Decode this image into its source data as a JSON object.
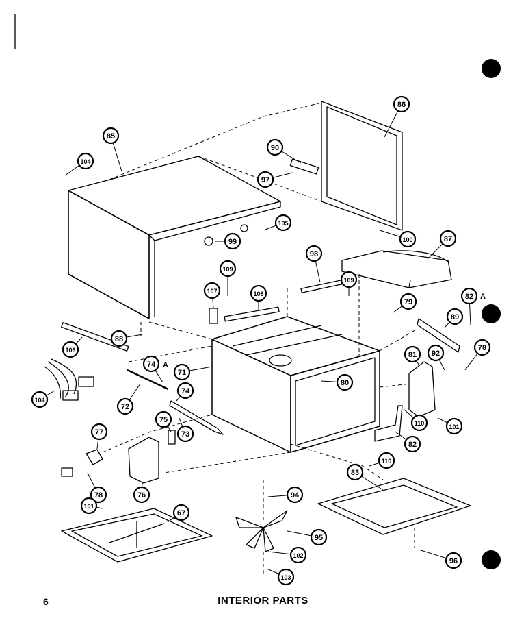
{
  "page": {
    "number": "6",
    "caption": "INTERIOR PARTS"
  },
  "callouts": [
    {
      "id": "c86a",
      "label": "86"
    },
    {
      "id": "c85",
      "label": "85"
    },
    {
      "id": "c104a",
      "label": "104"
    },
    {
      "id": "c90",
      "label": "90"
    },
    {
      "id": "c97",
      "label": "97"
    },
    {
      "id": "c105",
      "label": "105"
    },
    {
      "id": "c99",
      "label": "99"
    },
    {
      "id": "c100",
      "label": "100"
    },
    {
      "id": "c87",
      "label": "87"
    },
    {
      "id": "c109a",
      "label": "109"
    },
    {
      "id": "c98",
      "label": "98"
    },
    {
      "id": "c109b",
      "label": "109"
    },
    {
      "id": "c107",
      "label": "107"
    },
    {
      "id": "c108",
      "label": "108"
    },
    {
      "id": "c79",
      "label": "79"
    },
    {
      "id": "c82a",
      "label": "82"
    },
    {
      "id": "c89",
      "label": "89"
    },
    {
      "id": "c88",
      "label": "88"
    },
    {
      "id": "c106",
      "label": "106"
    },
    {
      "id": "c74a",
      "label": "74"
    },
    {
      "id": "c71",
      "label": "71"
    },
    {
      "id": "c80",
      "label": "80"
    },
    {
      "id": "c81",
      "label": "81"
    },
    {
      "id": "c92",
      "label": "92"
    },
    {
      "id": "c78a",
      "label": "78"
    },
    {
      "id": "c104b",
      "label": "104"
    },
    {
      "id": "c72",
      "label": "72"
    },
    {
      "id": "c74b",
      "label": "74"
    },
    {
      "id": "c73",
      "label": "73"
    },
    {
      "id": "c75",
      "label": "75"
    },
    {
      "id": "c77",
      "label": "77"
    },
    {
      "id": "c110a",
      "label": "110"
    },
    {
      "id": "c101a",
      "label": "101"
    },
    {
      "id": "c82b",
      "label": "82"
    },
    {
      "id": "c110b",
      "label": "110"
    },
    {
      "id": "c78b",
      "label": "78"
    },
    {
      "id": "c76",
      "label": "76"
    },
    {
      "id": "c83",
      "label": "83"
    },
    {
      "id": "c94",
      "label": "94"
    },
    {
      "id": "c101b",
      "label": "101"
    },
    {
      "id": "c67",
      "label": "67"
    },
    {
      "id": "c95",
      "label": "95"
    },
    {
      "id": "c102",
      "label": "102"
    },
    {
      "id": "c103",
      "label": "103"
    },
    {
      "id": "c96",
      "label": "96"
    }
  ],
  "suffixes": [
    {
      "id": "s82a",
      "text": "A"
    },
    {
      "id": "s74a",
      "text": "A"
    }
  ]
}
